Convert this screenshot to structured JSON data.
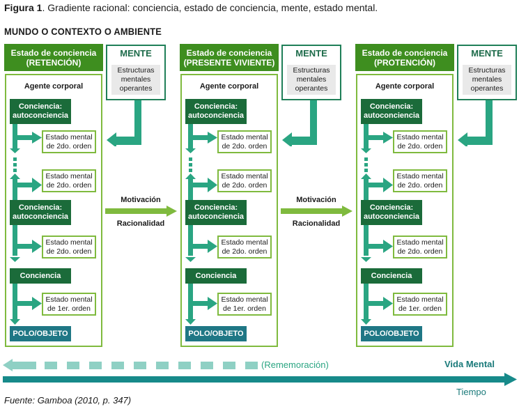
{
  "caption": {
    "figure_label": "Figura 1",
    "text": ". Gradiente racional: conciencia, estado de conciencia, mente, estado mental."
  },
  "section_title": "MUNDO O CONTEXTO O AMBIENTE",
  "columns": [
    {
      "header_line1": "Estado de conciencia",
      "header_line2": "(RETENCIÓN)"
    },
    {
      "header_line1": "Estado de conciencia",
      "header_line2": "(PRESENTE VIVIENTE)"
    },
    {
      "header_line1": "Estado de conciencia",
      "header_line2": "(PROTENCIÓN)"
    }
  ],
  "mente": {
    "title": "MENTE",
    "desc_line1": "Estructuras",
    "desc_line2": "mentales",
    "desc_line3": "operantes"
  },
  "agent": {
    "label": "Agente corporal",
    "conciencia_auto_line1": "Conciencia:",
    "conciencia_auto_line2": "autoconciencia",
    "conciencia": "Conciencia",
    "polo": "POLO/OBJETO",
    "estado2_line1": "Estado mental",
    "estado2_line2": "de 2do. orden",
    "estado1_line1": "Estado mental",
    "estado1_line2": "de 1er. orden"
  },
  "transitions": {
    "motivacion": "Motivación",
    "racionalidad": "Racionalidad"
  },
  "timeline": {
    "rememoracion": "(Rememoración)",
    "vida_mental": "Vida Mental",
    "tiempo": "Tiempo"
  },
  "source": "Fuente: Gamboa (2010, p. 347)",
  "colors": {
    "header_green": "#3e8e1f",
    "dark_green": "#1b6b3a",
    "teal": "#1f7785",
    "light_green_border": "#7fba3e",
    "arrow_teal": "#2aa582",
    "mente_green": "#1f7f58",
    "timeline_teal": "#178a8a"
  }
}
